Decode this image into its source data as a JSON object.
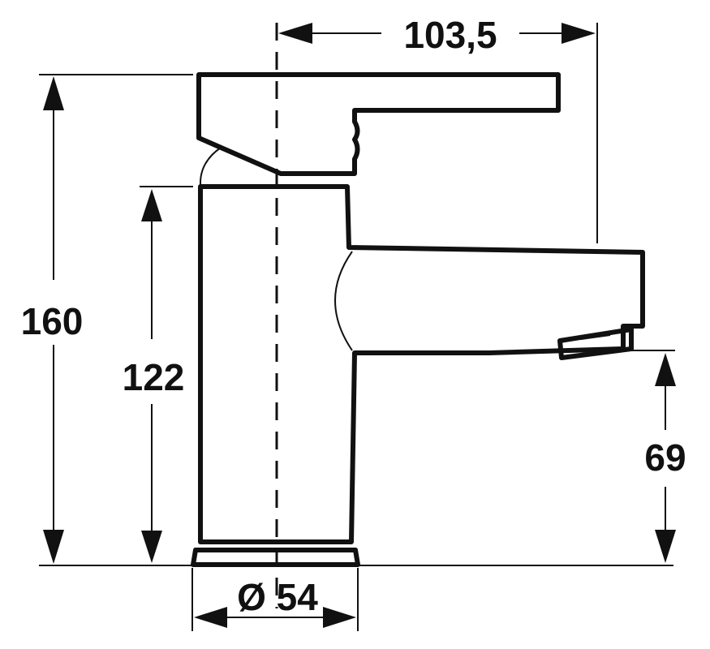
{
  "dimensions": {
    "overall_reach": "103,5",
    "overall_height": "160",
    "body_height": "122",
    "spout_height": "69",
    "base_diameter": "Ø 54"
  },
  "colors": {
    "line": "#111111",
    "background": "#ffffff"
  }
}
